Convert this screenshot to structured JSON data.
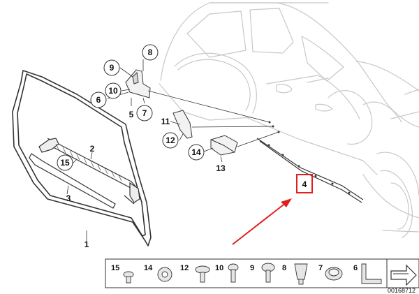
{
  "diagram": {
    "labels": {
      "p1": "1",
      "p2": "2",
      "p3": "3",
      "p4": "4",
      "p5": "5",
      "p6": "6",
      "p7": "7",
      "p8": "8",
      "p9": "9",
      "p10": "10",
      "p11": "11",
      "p12": "12",
      "p13": "13",
      "p14": "14",
      "p15": "15"
    },
    "legend": [
      "15",
      "14",
      "12",
      "10",
      "9",
      "8",
      "7",
      "6"
    ],
    "reference_number": "00168712",
    "highlight_color": "#e02020",
    "arrow_color": "#e02020"
  }
}
